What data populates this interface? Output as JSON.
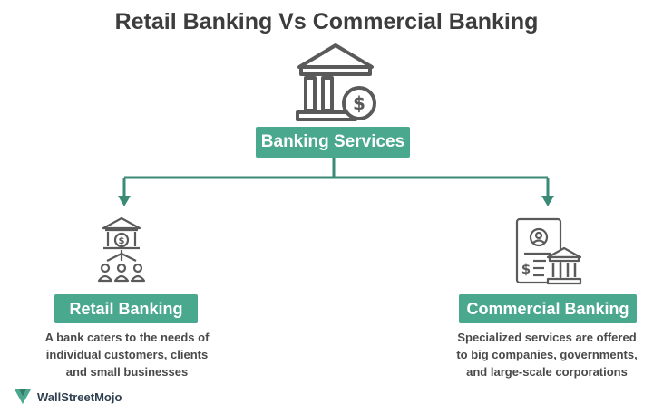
{
  "title": "Retail Banking Vs Commercial Banking",
  "root": {
    "label": "Banking Services",
    "icon": "bank-dollar-icon"
  },
  "left": {
    "label": "Retail Banking",
    "icon": "bank-customers-icon",
    "description": [
      "A bank caters to the needs of",
      "individual customers, clients",
      "and small businesses"
    ]
  },
  "right": {
    "label": "Commercial Banking",
    "icon": "document-bank-icon",
    "description": [
      "Specialized services are offered",
      "to big companies, governments,",
      "and large-scale corporations"
    ]
  },
  "brand": {
    "name": "WallStreetMojo",
    "icon": "wallstreetmojo-logo-icon"
  },
  "colors": {
    "accent": "#4aa88f",
    "line": "#3a8a76",
    "icon_stroke": "#5a5a5a"
  }
}
